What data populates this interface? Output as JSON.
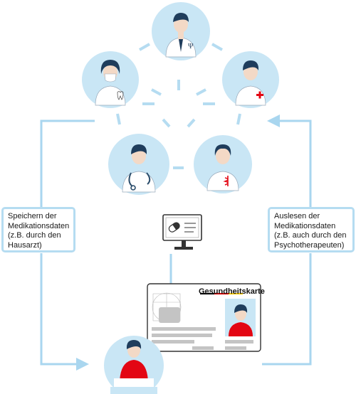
{
  "nodes": {
    "top": {
      "icon": "psychotherapist-icon"
    },
    "upper_left": {
      "icon": "dentist-icon"
    },
    "upper_right": {
      "icon": "hospital-doctor-icon"
    },
    "lower_left": {
      "icon": "physician-stethoscope-icon"
    },
    "lower_right": {
      "icon": "pharmacist-icon"
    },
    "patient": {
      "icon": "patient-icon"
    }
  },
  "labels": {
    "store": [
      "Speichern der",
      "Medikationsdaten",
      "(z.B. durch den",
      "Hausarzt)"
    ],
    "read": [
      "Auslesen der",
      "Medikationsdaten",
      "(z.B. auch durch den",
      "Psychotherapeuten)"
    ]
  },
  "card": {
    "title": "Gesundheitskarte",
    "flag_colors": [
      "#000000",
      "#dd0000",
      "#ffce00"
    ]
  },
  "terminal": {
    "icon": "card-terminal-icon"
  },
  "colors": {
    "node_bg": "#c9e6f5",
    "connector": "#a9d6ef",
    "accent_red": "#e30613",
    "hair": "#1f3d5c"
  }
}
